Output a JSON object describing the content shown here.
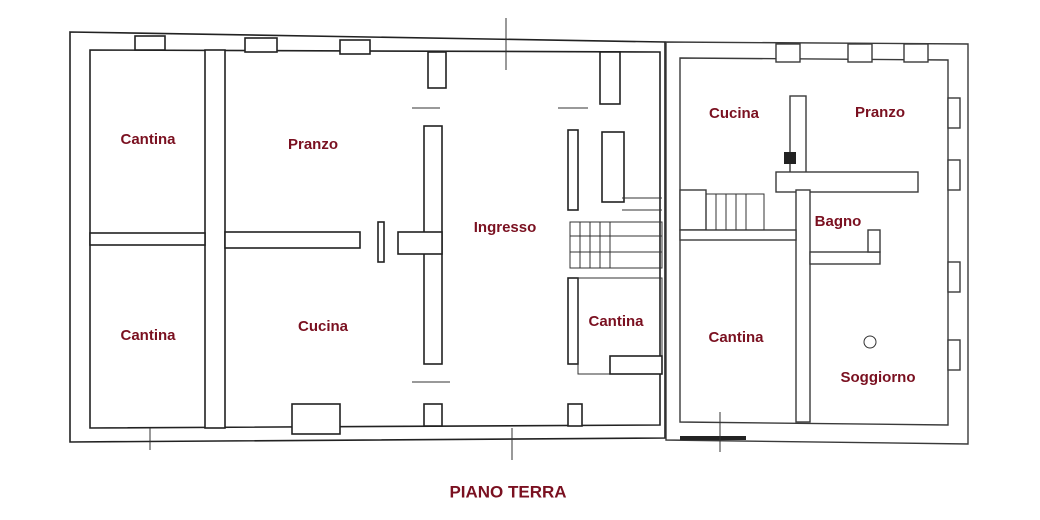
{
  "title": "PIANO TERRA",
  "label_color": "#7a1020",
  "wall_color": "#222222",
  "rooms": [
    {
      "id": "cantina-1",
      "label": "Cantina"
    },
    {
      "id": "cantina-2",
      "label": "Cantina"
    },
    {
      "id": "pranzo-1",
      "label": "Pranzo"
    },
    {
      "id": "cucina-1",
      "label": "Cucina"
    },
    {
      "id": "ingresso",
      "label": "Ingresso"
    },
    {
      "id": "cantina-3",
      "label": "Cantina"
    },
    {
      "id": "cucina-2",
      "label": "Cucina"
    },
    {
      "id": "pranzo-2",
      "label": "Pranzo"
    },
    {
      "id": "bagno",
      "label": "Bagno"
    },
    {
      "id": "cantina-4",
      "label": "Cantina"
    },
    {
      "id": "soggiorno",
      "label": "Soggiorno"
    }
  ]
}
